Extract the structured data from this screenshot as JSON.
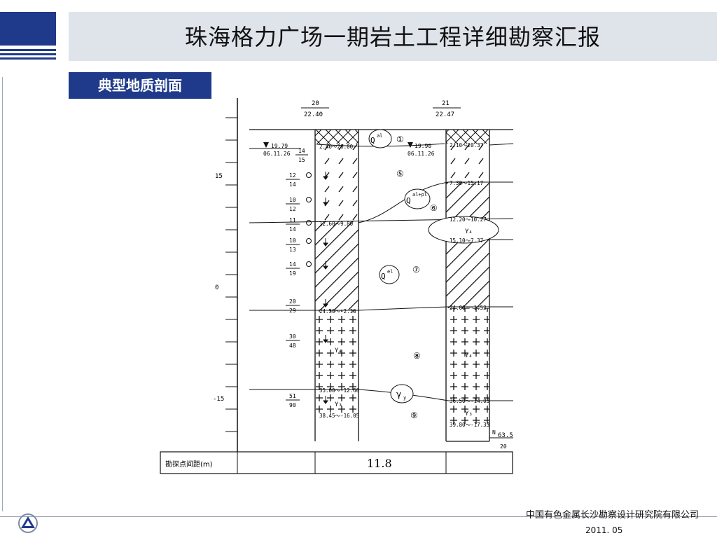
{
  "header": {
    "title": "珠海格力广场一期岩土工程详细勘察汇报"
  },
  "section": {
    "label": "典型地质剖面"
  },
  "footer": {
    "company": "中国有色金属长沙勘察设计研究院有限公司",
    "date": "2011. 05"
  },
  "profile": {
    "scale_labels": [
      "15",
      "0",
      "-15"
    ],
    "bh1": {
      "id": "20",
      "elev": "22.40"
    },
    "bh2": {
      "id": "21",
      "elev": "22.47"
    },
    "water1": {
      "level": "19.79",
      "date": "06.11.26"
    },
    "water2": {
      "level": "19.90",
      "date": "06.11.26"
    },
    "bh1_layers": [
      "2.40～20.00",
      "12.60～9.80",
      "24.50～-2.10",
      "35.00～-12.60",
      "38.45～-16.05"
    ],
    "bh2_layers": [
      "2.10～20.37",
      "7.30～15.17",
      "12.20～10.27",
      "15.10～7.37",
      "24.00～-1.53",
      "36.50～-14.03",
      "39.80～-17.33"
    ],
    "spt": [
      {
        "n": "14",
        "d": "15"
      },
      {
        "n": "12",
        "d": "14"
      },
      {
        "n": "10",
        "d": "12"
      },
      {
        "n": "11",
        "d": "14"
      },
      {
        "n": "10",
        "d": "13"
      },
      {
        "n": "14",
        "d": "19"
      },
      {
        "n": "20",
        "d": "29"
      },
      {
        "n": "30",
        "d": "48"
      },
      {
        "n": "51",
        "d": "90"
      }
    ],
    "stratum": {
      "qal": "Q",
      "qal_sup": "al",
      "qalpl": "Q",
      "qalpl_sup": "al+pl",
      "qel": "Q",
      "qel_sup": "el",
      "gamma": "γ",
      "gamma_sub": "y",
      "y4": "Y₄",
      "y3": "Y₃"
    },
    "circled": [
      "①",
      "⑤",
      "⑥",
      "⑦",
      "⑧",
      "⑨"
    ],
    "orientation": {
      "dir": "N",
      "value": "63.5",
      "small": "20"
    },
    "distance": {
      "label": "勘探点间距(m)",
      "value": "11.8"
    }
  }
}
